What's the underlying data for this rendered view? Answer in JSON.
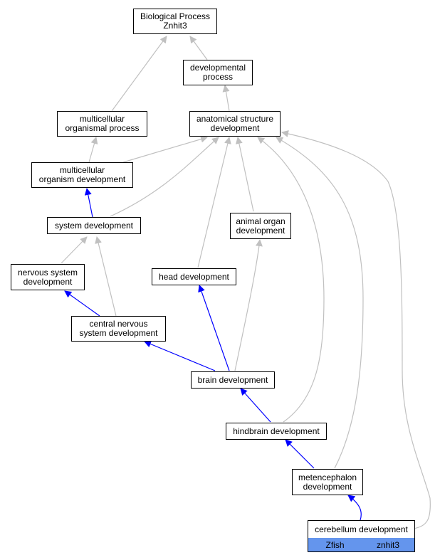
{
  "colors": {
    "grey_edge": "#c0c0c0",
    "blue_edge": "#0000ff",
    "gene_cell": "#6495ed"
  },
  "nodes": {
    "bio_process": {
      "l1": "Biological Process",
      "l2": "Znhit3"
    },
    "dev_process": {
      "l1": "developmental",
      "l2": "process"
    },
    "multi_process": {
      "l1": "multicellular",
      "l2": "organismal process"
    },
    "anat_dev": {
      "l1": "anatomical structure",
      "l2": "development"
    },
    "multi_org_dev": {
      "l1": "multicellular",
      "l2": "organism development"
    },
    "system_dev": {
      "l1": "system development"
    },
    "animal_organ_dev": {
      "l1": "animal organ",
      "l2": "development"
    },
    "nervous_dev": {
      "l1": "nervous system",
      "l2": "development"
    },
    "head_dev": {
      "l1": "head development"
    },
    "cns_dev": {
      "l1": "central nervous",
      "l2": "system development"
    },
    "brain_dev": {
      "l1": "brain development"
    },
    "hindbrain_dev": {
      "l1": "hindbrain development"
    },
    "metencephalon_dev": {
      "l1": "metencephalon",
      "l2": "development"
    },
    "cerebellum_dev": {
      "l1": "cerebellum development",
      "species": "Zfish",
      "gene": "znhit3"
    }
  }
}
